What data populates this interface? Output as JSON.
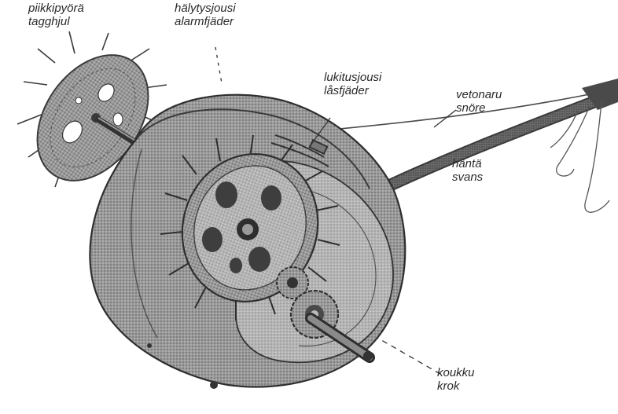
{
  "labels": {
    "spike_wheel": {
      "fi": "piikkipyörä",
      "sv": "tagghjul"
    },
    "alarm_spring": {
      "fi": "hälytysjousi",
      "sv": "alarmfjäder"
    },
    "lock_spring": {
      "fi": "lukitusjousi",
      "sv": "låsfjäder"
    },
    "pull_cord": {
      "fi": "vetonaru",
      "sv": "snöre"
    },
    "tail": {
      "fi": "häntä",
      "sv": "svans"
    },
    "hook": {
      "fi": "koukku",
      "sv": "krok"
    }
  },
  "colors": {
    "ink": "#2a2a2a",
    "metal_dark": "#4a4a4a",
    "metal_mid": "#8a8a8a",
    "metal_light": "#bdbdbd",
    "paper": "#ffffff"
  }
}
